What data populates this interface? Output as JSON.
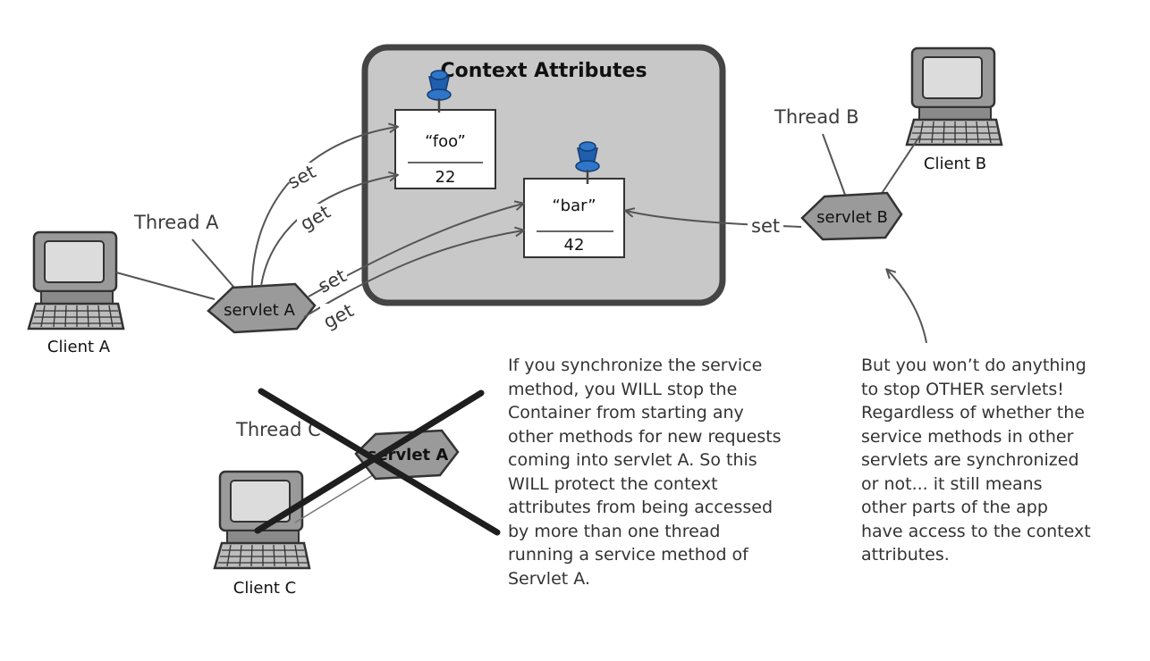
{
  "context": {
    "title": "Context Attributes",
    "attr_foo": {
      "name": "“foo”",
      "value": "22"
    },
    "attr_bar": {
      "name": "“bar”",
      "value": "42"
    }
  },
  "clients": {
    "a": "Client A",
    "b": "Client B",
    "c": "Client C"
  },
  "threads": {
    "a": "Thread A",
    "b": "Thread B",
    "c": "Thread C"
  },
  "servlets": {
    "a": "servlet A",
    "b": "servlet B",
    "c": "servlet A"
  },
  "ops": {
    "set": "set",
    "get": "get"
  },
  "notes": {
    "middle": "If you synchronize the service\nmethod, you WILL stop the\nContainer from starting any\nother methods for new requests\ncoming into servlet A. So this\nWILL protect the context\nattributes from being accessed\nby more than one thread\nrunning a service method of\nServlet A.",
    "right": "But you won’t do anything\nto stop OTHER servlets!\nRegardless of whether the\nservice methods in other\nservlets are synchronized\nor not... it still means\nother parts of the app\nhave access to the context\nattributes."
  },
  "colors": {
    "box_fill": "#c8c8c8",
    "box_stroke": "#444444",
    "pin": "#1f5fae",
    "servlet_fill": "#9a9a9a"
  }
}
